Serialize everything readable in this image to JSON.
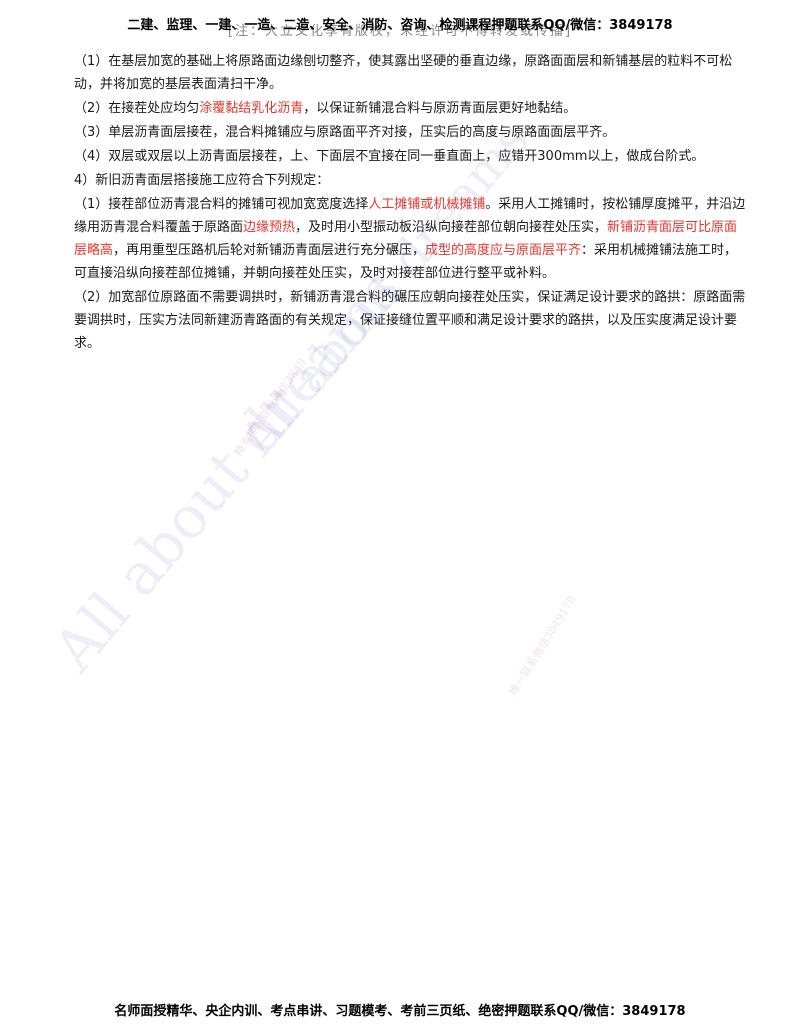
{
  "header": {
    "overlay_text": "二建、监理、一建、一造、二造、安全、消防、咨询、检测课程押题联系QQ/微信：3849178",
    "underlay_text": "[注：大立文化享有版权，未经许可不得转发或传播]"
  },
  "paragraphs": [
    {
      "segments": [
        {
          "text": "（1）在基层加宽的基础上将原路面边缘刨切整齐，使其露出坚硬的垂直边缘，原路面面层和新铺基层的粒料不可松动，并将加宽的基层表面清扫干净。",
          "highlight": false
        }
      ]
    },
    {
      "segments": [
        {
          "text": "（2）在接茬处应均匀",
          "highlight": false
        },
        {
          "text": "涂覆黏结乳化沥青",
          "highlight": true
        },
        {
          "text": "，以保证新铺混合料与原沥青面层更好地黏结。",
          "highlight": false
        }
      ]
    },
    {
      "segments": [
        {
          "text": "（3）单层沥青面层接茬，混合料摊铺应与原路面平齐对接，压实后的高度与原路面面层平齐。",
          "highlight": false
        }
      ]
    },
    {
      "segments": [
        {
          "text": "（4）双层或双层以上沥青面层接茬，上、下面层不宜接在同一垂直面上，应错开300mm以上，做成台阶式。",
          "highlight": false
        }
      ]
    },
    {
      "segments": [
        {
          "text": "4）新旧沥青面层搭接施工应符合下列规定：",
          "highlight": false
        }
      ]
    },
    {
      "segments": [
        {
          "text": "（1）接茬部位沥青混合料的摊铺可视加宽宽度选择",
          "highlight": false
        },
        {
          "text": "人工摊铺或机械摊铺",
          "highlight": true
        },
        {
          "text": "。采用人工摊铺时，按松铺厚度摊平，并沿边缘用沥青混合料覆盖于原路面",
          "highlight": false
        },
        {
          "text": "边缘预热",
          "highlight": true
        },
        {
          "text": "，及时用小型振动板沿纵向接茬部位朝向接茬处压实，",
          "highlight": false
        },
        {
          "text": "新铺沥青面层可比原面层略高",
          "highlight": true
        },
        {
          "text": "，再用重型压路机后轮对新铺沥青面层进行充分碾压，",
          "highlight": false
        },
        {
          "text": "成型的高度应与原面层平齐",
          "highlight": true
        },
        {
          "text": "：采用机械摊铺法施工时，可直接沿纵向接茬部位摊铺，并朝向接茬处压实，及时对接茬部位进行整平或补料。",
          "highlight": false
        }
      ]
    },
    {
      "segments": [
        {
          "text": "（2）加宽部位原路面不需要调拱时，新铺沥青混合料的碾压应朝向接茬处压实，保证满足设计要求的路拱：原路面需要调拱时，压实方法同新建沥青路面的有关规定，保证接缝位置平顺和满足设计要求的路拱，以及压实度满足设计要求。",
          "highlight": false
        }
      ]
    }
  ],
  "footer": {
    "text": "名师面授精华、央企内训、考点串讲、习题模考、考前三页纸、绝密押题联系QQ/微信：3849178"
  },
  "watermarks": {
    "big": "All about dreams",
    "small_1": "精准押题联系微信3849",
    "small_2": "唯一联系微信3849178"
  },
  "colors": {
    "highlight": "#e8362e",
    "text": "#1a1a1a"
  }
}
